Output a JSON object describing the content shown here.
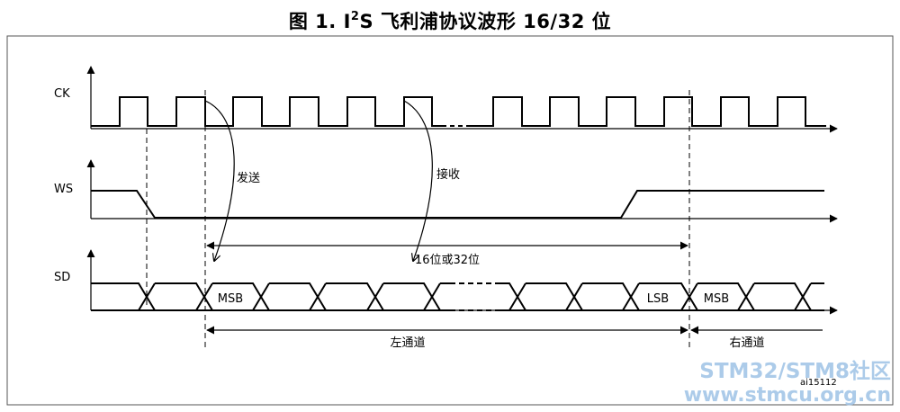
{
  "title": {
    "prefix": "图 1. I",
    "superscript": "2",
    "suffix": "S 飞利浦协议波形 16/32 位"
  },
  "signals": {
    "ck": "CK",
    "ws": "WS",
    "sd": "SD"
  },
  "annotations": {
    "send": "发送",
    "receive": "接收",
    "word_length": "16位或32位",
    "left_channel": "左通道",
    "right_channel": "右通道"
  },
  "bits": {
    "msb_left": "MSB",
    "lsb": "LSB",
    "msb_right": "MSB"
  },
  "figure_id": "ai15112",
  "watermark": {
    "line1": "STM32/STM8社区",
    "line2": "www.stmcu.org.cn"
  },
  "colors": {
    "line": "#000000",
    "frame": "#555555",
    "watermark": "#9ec3e6"
  }
}
